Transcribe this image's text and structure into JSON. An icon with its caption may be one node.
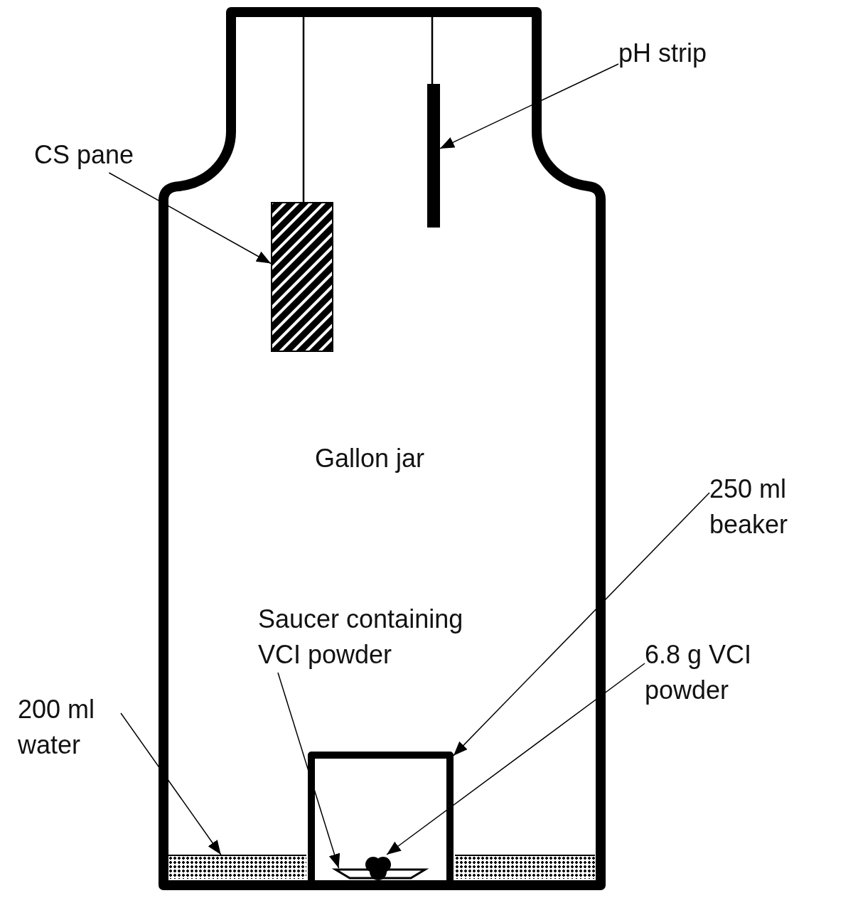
{
  "diagram": {
    "nodes": [
      {
        "text": [
          "Gallon jar"
        ]
      },
      {
        "text": [],
        "shape": "bar",
        "in": 0
      },
      {
        "text": [],
        "shape": "box",
        "in": 0
      },
      {
        "text": [],
        "shape": "box",
        "in": 0
      },
      {
        "text": [],
        "shape": "dish",
        "in": 3
      },
      {
        "text": [],
        "shape": "circle",
        "in": 3
      },
      {
        "text": [],
        "shape": "box",
        "in": 0
      },
      {
        "text": [],
        "shape": "box",
        "in": 0
      },
      {
        "text": [
          "pH strip"
        ]
      },
      {
        "text": [
          "CS pane"
        ]
      },
      {
        "text": [
          "250 ml beaker"
        ]
      },
      {
        "text": [
          "Saucer containing VCI powder"
        ],
        "in": 0
      },
      {
        "text": [
          "6.8 g VCI powder"
        ]
      },
      {
        "text": [
          "200 ml water"
        ]
      }
    ],
    "edges": [
      {
        "from": 8,
        "to": 1,
        "arrow": "to"
      },
      {
        "from": 9,
        "to": 2,
        "arrow": "to"
      },
      {
        "from": 10,
        "to": 3,
        "arrow": "to"
      },
      {
        "from": 11,
        "to": 4,
        "arrow": "to"
      },
      {
        "from": 12,
        "to": 5,
        "arrow": "to"
      },
      {
        "from": 13,
        "to": 6,
        "arrow": "to"
      }
    ]
  }
}
